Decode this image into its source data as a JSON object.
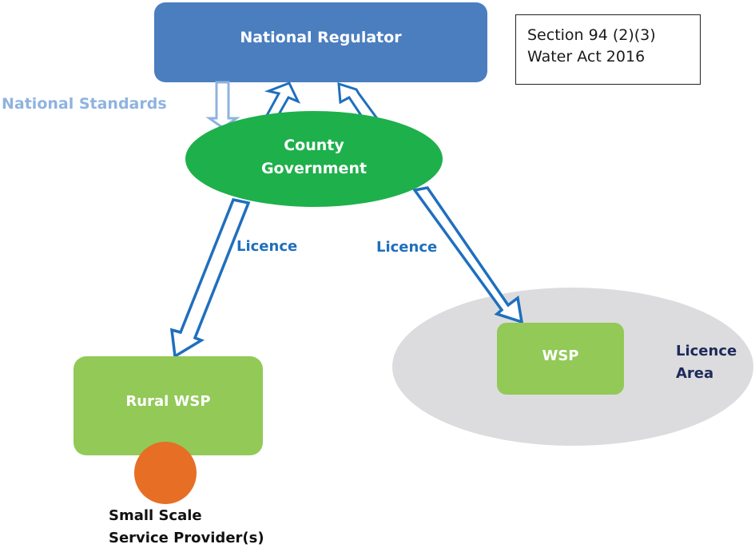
{
  "colors": {
    "regulator": "#4a7ebf",
    "county": "#1eb04b",
    "wsp": "#92c957",
    "licence_area": "#dcdcde",
    "provider": "#e66e25",
    "licence_arrow": "#1f6fbe",
    "standards_arrow": "#8fb3e0"
  },
  "nodes": {
    "regulator": "National Regulator",
    "county_line1": "County",
    "county_line2": "Government",
    "rural_wsp": "Rural WSP",
    "wsp": "WSP",
    "provider_line1": "Small Scale",
    "provider_line2": "Service Provider(s)"
  },
  "legal_reference": {
    "line1": "Section 94 (2)(3)",
    "line2": "Water Act 2016"
  },
  "edges": {
    "national_standards": "National Standards",
    "licence_left": "Licence",
    "licence_right": "Licence"
  },
  "licence_area": {
    "line1": "Licence",
    "line2": "Area"
  }
}
